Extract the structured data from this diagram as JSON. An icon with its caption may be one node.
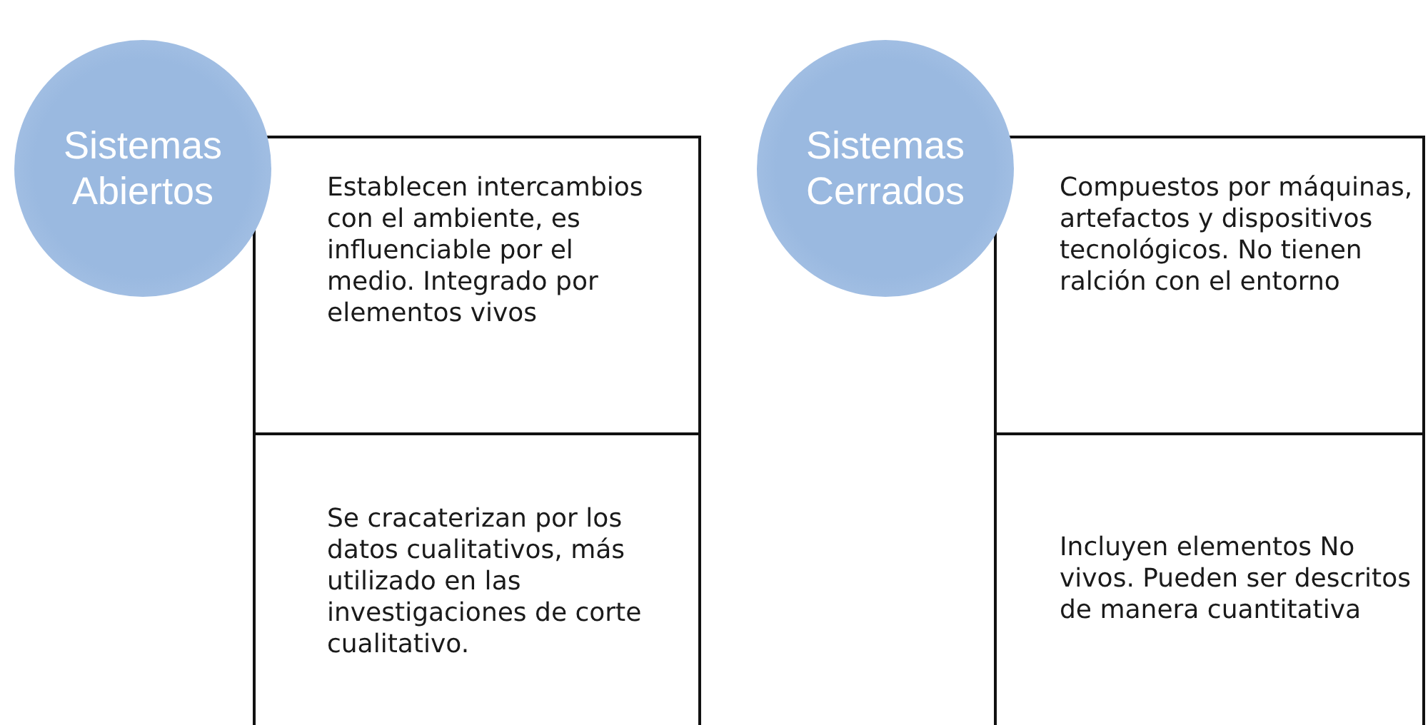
{
  "diagram": {
    "nodes": [
      {
        "text": [
          "Sistemas Abiertos"
        ]
      },
      {
        "text": [
          "Establecen intercambios con el ambiente, es influenciable por el medio. Integrado por elementos vivos"
        ]
      },
      {
        "text": [
          "Se cracaterizan por los datos cualitativos, más utilizado en las investigaciones de corte cualitativo."
        ]
      },
      {
        "text": [
          "Sistemas Cerrados"
        ]
      },
      {
        "text": [
          "Compuestos por máquinas, artefactos y dispositivos tecnológicos. No tienen ralción con el entorno"
        ]
      },
      {
        "text": [
          "Incluyen elementos No vivos. Pueden ser descritos de manera cuantitativa"
        ]
      }
    ],
    "edges": []
  }
}
